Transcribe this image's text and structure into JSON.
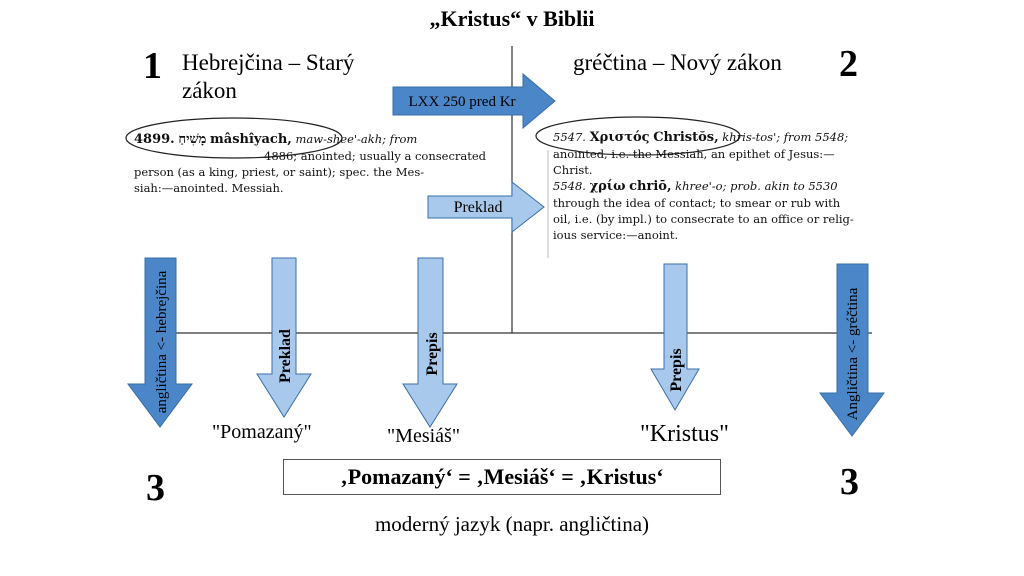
{
  "title": "„Kristus“ v Biblii",
  "left": {
    "number": "1",
    "language": "Hebrejčina – Starý zákon",
    "entry_number": "4899.",
    "entry_word": "מָשִׁיחַ",
    "entry_translit": "mâshîyach,",
    "entry_line1_rest": "maw-shee'-akh; from",
    "entry_line2": "4886; anointed; usually a consecrated",
    "entry_line3": "person (as a king, priest, or saint); spec. the Mes-",
    "entry_line4": "siah:—anointed. Messiah."
  },
  "right": {
    "number": "2",
    "language": "gréčtina – Nový zákon",
    "entry1_number": "5547.",
    "entry1_greek": "Χριστός",
    "entry1_translit": "Christŏs,",
    "entry1_line1_rest": "khris-tos'; from 5548;",
    "entry1_line2": "anointed, i.e. the Messiah, an epithet of Jesus:—",
    "entry1_line3": "Christ.",
    "entry2_number": "5548.",
    "entry2_greek": "χρίω",
    "entry2_translit": "chriō,",
    "entry2_line1_rest": "khree'-o; prob. akin to 5530",
    "entry2_line2": "through the idea of contact; to smear or rub with",
    "entry2_line3": "oil, i.e. (by impl.) to consecrate to an office or relig-",
    "entry2_line4": "ious service:—anoint."
  },
  "arrows": {
    "lxx": "LXX 250 pred Kr",
    "preklad_right": "Preklad",
    "eng_hebrew": "angličtina <- hebrejčina",
    "preklad_down": "Preklad",
    "prepis_left": "Prepis",
    "prepis_right": "Prepis",
    "eng_greek": "Angličtina <- gréčtina"
  },
  "labels": {
    "pomazany": "\"Pomazaný\"",
    "mesias": "\"Mesiáš\"",
    "kristus": "\"Kristus\""
  },
  "bottom": {
    "number_left": "3",
    "number_right": "3",
    "equation": "‚Pomazaný‘ = ‚Mesiáš‘ = ‚Kristus‘",
    "footer": "moderný jazyk (napr. angličtina)"
  },
  "colors": {
    "arrow_light": "#a9c9ec",
    "arrow_dark": "#4a86c8",
    "arrow_stroke": "#3a6fa8"
  }
}
